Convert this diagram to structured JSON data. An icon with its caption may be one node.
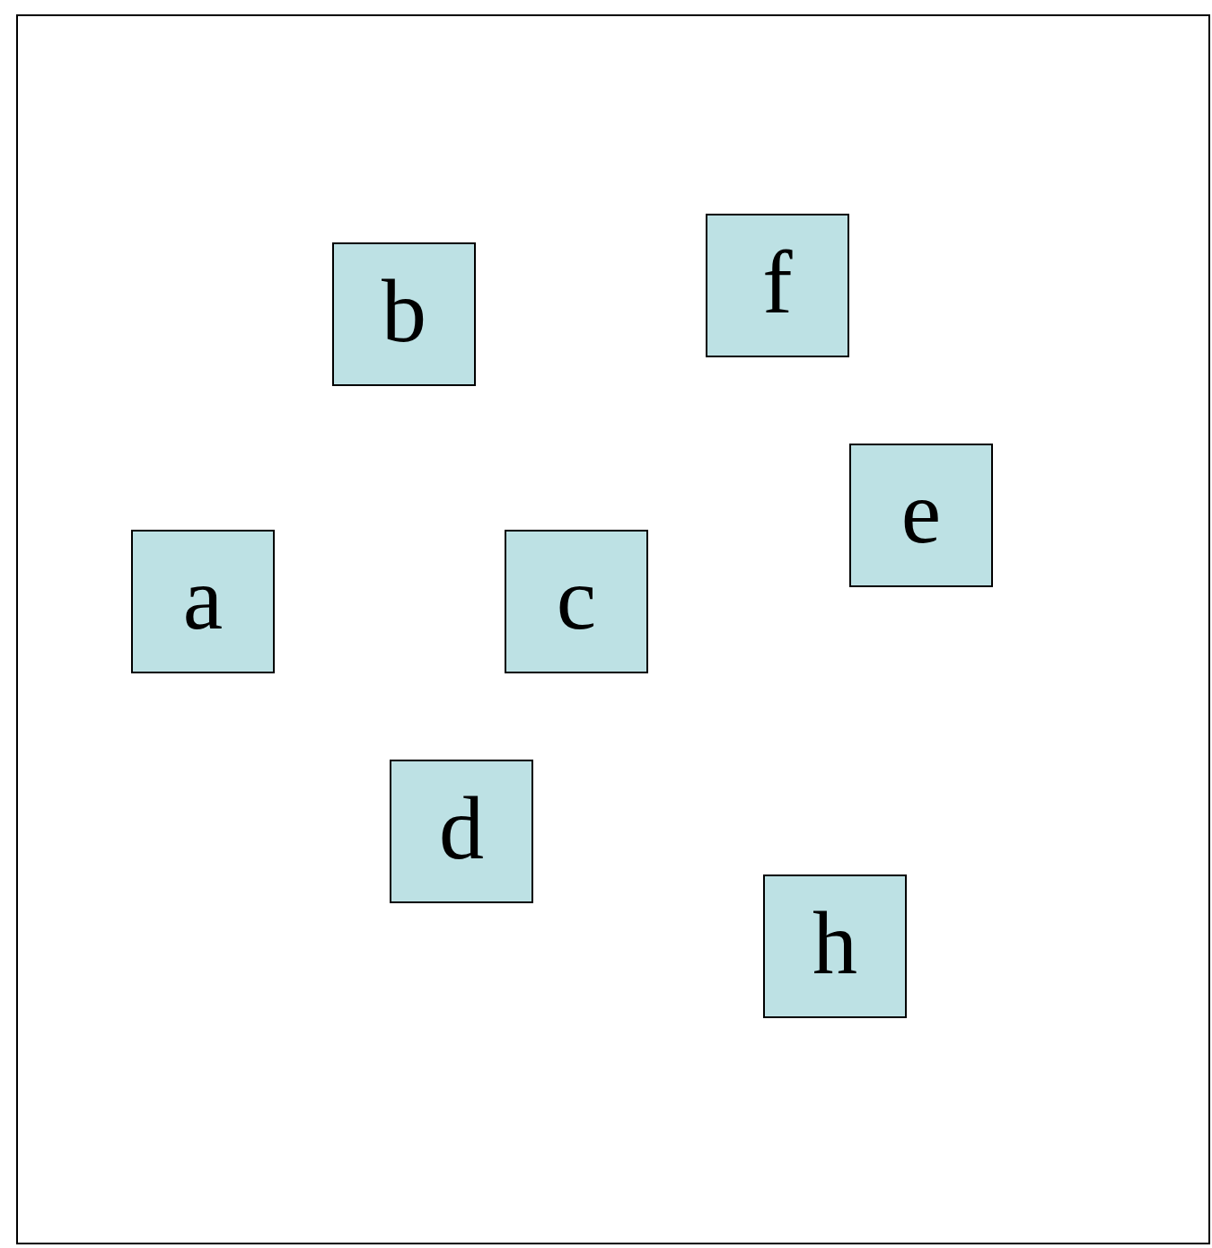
{
  "diagram": {
    "nodes": [
      {
        "text": [
          "b"
        ]
      },
      {
        "text": [
          "f"
        ]
      },
      {
        "text": [
          "e"
        ]
      },
      {
        "text": [
          "a"
        ]
      },
      {
        "text": [
          "c"
        ]
      },
      {
        "text": [
          "d"
        ]
      },
      {
        "text": [
          "h"
        ]
      }
    ]
  }
}
